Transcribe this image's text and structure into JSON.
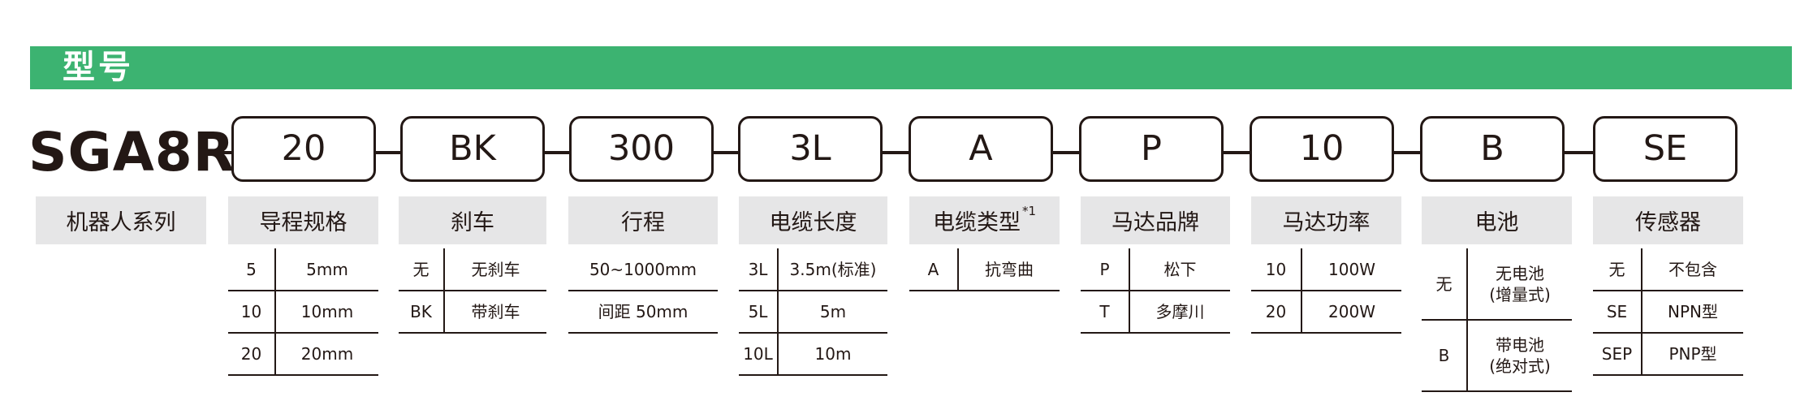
{
  "banner": {
    "title": "型号"
  },
  "model_code": "SGA8R",
  "segments": [
    {
      "code": "20",
      "header": "导程规格",
      "rows": [
        [
          "5",
          "5mm"
        ],
        [
          "10",
          "10mm"
        ],
        [
          "20",
          "20mm"
        ]
      ]
    },
    {
      "code": "BK",
      "header": "刹车",
      "rows": [
        [
          "无",
          "无刹车"
        ],
        [
          "BK",
          "带刹车"
        ]
      ]
    },
    {
      "code": "300",
      "header": "行程",
      "rows": [
        [
          "50~1000mm"
        ],
        [
          "间距 50mm"
        ]
      ]
    },
    {
      "code": "3L",
      "header": "电缆长度",
      "rows": [
        [
          "3L",
          "3.5m(标准)"
        ],
        [
          "5L",
          "5m"
        ],
        [
          "10L",
          "10m"
        ]
      ]
    },
    {
      "code": "A",
      "header": "电缆类型",
      "header_note": "*1",
      "rows": [
        [
          "A",
          "抗弯曲"
        ]
      ]
    },
    {
      "code": "P",
      "header": "马达品牌",
      "rows": [
        [
          "P",
          "松下"
        ],
        [
          "T",
          "多摩川"
        ]
      ]
    },
    {
      "code": "10",
      "header": "马达功率",
      "rows": [
        [
          "10",
          "100W"
        ],
        [
          "20",
          "200W"
        ]
      ]
    },
    {
      "code": "B",
      "header": "电池",
      "rows": [
        [
          "无",
          "无电池",
          "(增量式)"
        ],
        [
          "B",
          "带电池",
          "(绝对式)"
        ]
      ]
    },
    {
      "code": "SE",
      "header": "传感器",
      "rows": [
        [
          "无",
          "不包含"
        ],
        [
          "SE",
          "NPN型"
        ],
        [
          "SEP",
          "PNP型"
        ]
      ]
    }
  ],
  "series_label": "机器人系列"
}
